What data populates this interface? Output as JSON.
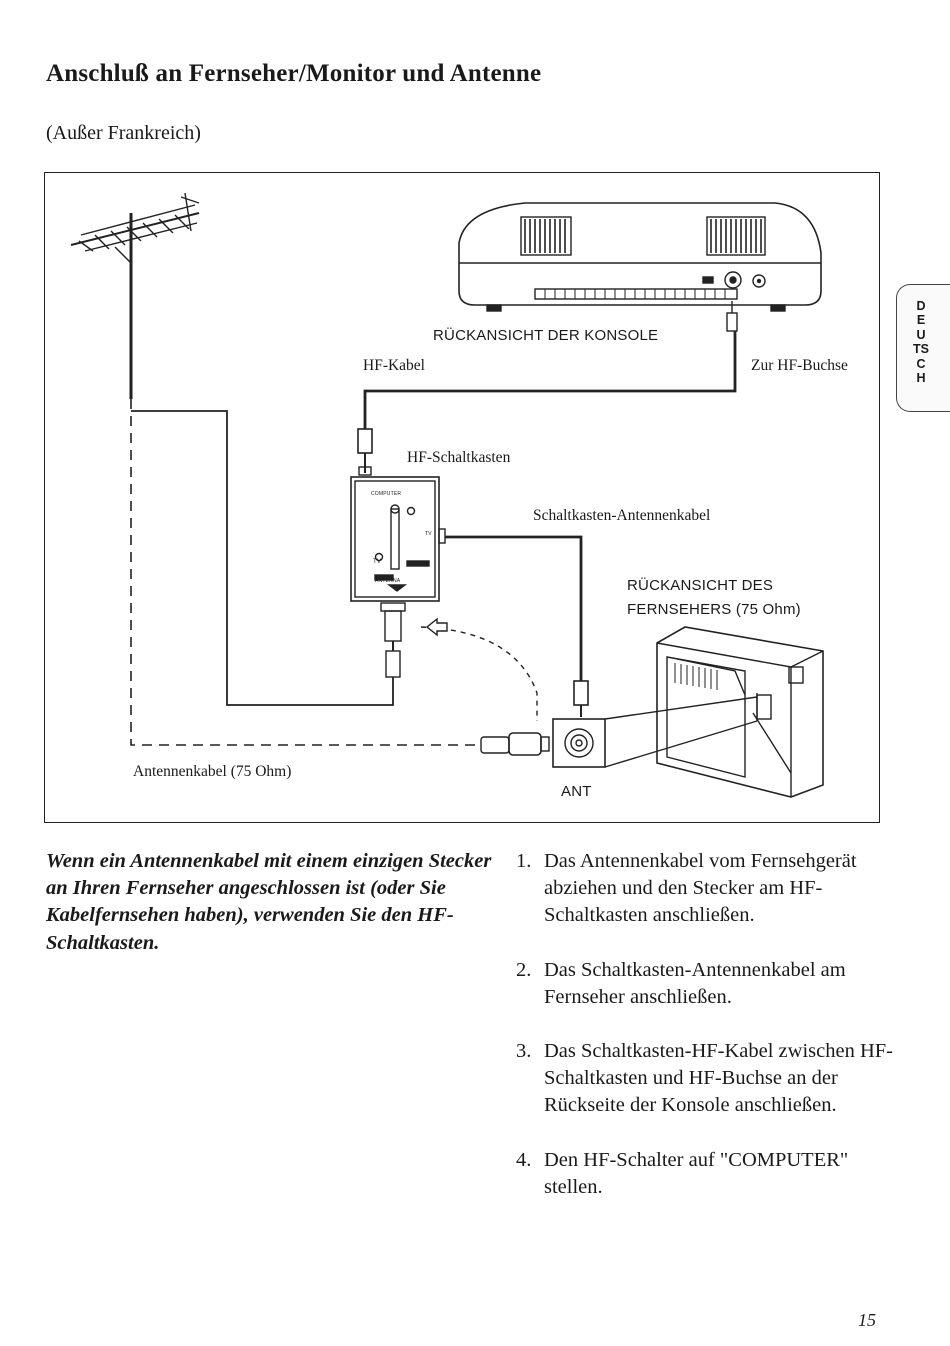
{
  "page": {
    "title": "Anschluß an Fernseher/Monitor und Antenne",
    "subtitle": "(Außer Frankreich)",
    "language_tab": "DEUTSCH",
    "page_number": "15"
  },
  "diagram": {
    "labels": {
      "console_rear": "RÜCKANSICHT DER KONSOLE",
      "rf_cable": "HF-Kabel",
      "to_rf_jack": "Zur HF-Buchse",
      "rf_switch_box": "HF-Schaltkasten",
      "switchbox_antenna_cable": "Schaltkasten-Antennenkabel",
      "tv_rear_line1": "RÜCKANSICHT DES",
      "tv_rear_line2": "FERNSEHERS (75 Ohm)",
      "antenna_cable": "Antennenkabel (75 Ohm)",
      "ant": "ANT"
    },
    "switchbox": {
      "computer": "COMPUTER",
      "tv": "TV",
      "antenna": "ANTENNA",
      "tv_out": "TV"
    }
  },
  "intro_text": "Wenn ein Antennenkabel mit einem einzigen Stecker an Ihren Fernseher angeschlossen ist (oder Sie Kabelfernsehen haben), verwenden Sie den HF-Schaltkasten.",
  "steps": [
    {
      "num": "1.",
      "text": "Das Antennenkabel vom Fernsehgerät abziehen und den Stecker am HF-Schaltkasten anschließen."
    },
    {
      "num": "2.",
      "text": "Das Schaltkasten-Antennenkabel am Fernseher anschließen."
    },
    {
      "num": "3.",
      "text": "Das Schaltkasten-HF-Kabel zwischen HF-Schaltkasten und HF-Buchse an der Rückseite der Konsole anschließen."
    },
    {
      "num": "4.",
      "text": "Den HF-Schalter auf \"COMPUTER\" stellen."
    }
  ]
}
